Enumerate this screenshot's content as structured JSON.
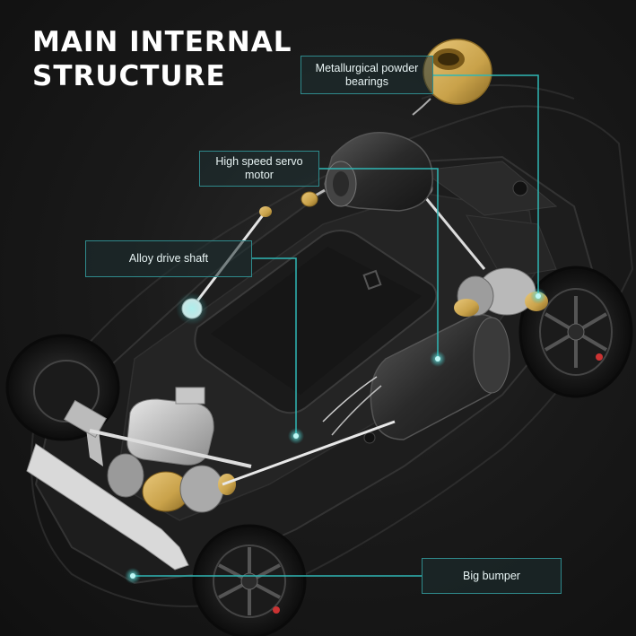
{
  "headline": {
    "line1": "MAIN INTERNAL",
    "line2": "STRUCTURE"
  },
  "callouts": {
    "bearing": {
      "line1": "Metallurgical powder",
      "line2": "bearings"
    },
    "motor": "High speed servo motor",
    "shaft": "Alloy drive shaft",
    "bumper": "Big bumper"
  },
  "colors": {
    "accent": "#2fb7b5",
    "callout_border": "#2f8a8c",
    "background": "#141414",
    "chassis": "#1f1f1f",
    "brass": "#c9a24a",
    "title_text": "#ffffff"
  }
}
